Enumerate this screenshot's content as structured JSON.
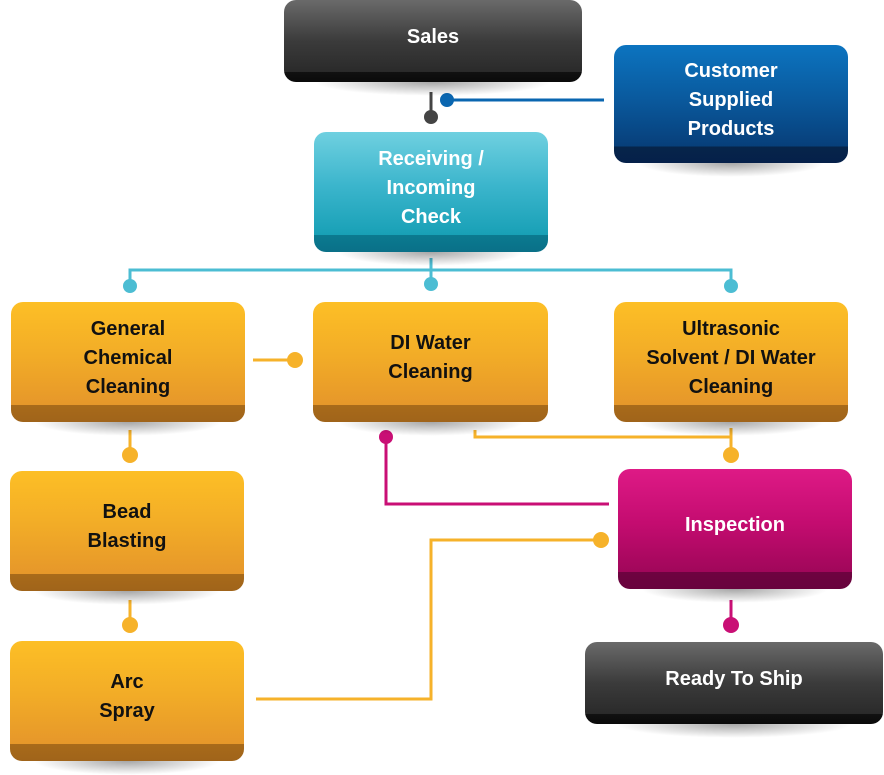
{
  "title": "Process Flow",
  "colors": {
    "dark": "#2e2e2e",
    "blue": "#0a5a9e",
    "teal": "#4cbdd3",
    "orange": "#f6b22a",
    "magenta": "#c90f75",
    "connector_dark": "#444444",
    "connector_blue": "#0a66b0",
    "connector_teal": "#4cbdd3",
    "connector_orange": "#f6b22a",
    "connector_magenta": "#c90f75"
  },
  "nodes": {
    "sales": "Sales",
    "customer_supplied": "Customer\nSupplied\nProducts",
    "receiving": "Receiving /\nIncoming\nCheck",
    "general_chemical": "General\nChemical\nCleaning",
    "di_water": "DI Water\nCleaning",
    "ultrasonic": "Ultrasonic\nSolvent / DI Water\nCleaning",
    "bead_blasting": "Bead\nBlasting",
    "arc_spray": "Arc\nSpray",
    "inspection": "Inspection",
    "ready_to_ship": "Ready To Ship"
  },
  "edges": [
    {
      "from": "sales",
      "to": "receiving",
      "color": "connector_dark"
    },
    {
      "from": "customer_supplied",
      "to": "receiving",
      "color": "connector_blue"
    },
    {
      "from": "receiving",
      "to": "general_chemical",
      "color": "connector_teal"
    },
    {
      "from": "receiving",
      "to": "di_water",
      "color": "connector_teal"
    },
    {
      "from": "receiving",
      "to": "ultrasonic",
      "color": "connector_teal"
    },
    {
      "from": "general_chemical",
      "to": "di_water",
      "color": "connector_orange"
    },
    {
      "from": "general_chemical",
      "to": "bead_blasting",
      "color": "connector_orange"
    },
    {
      "from": "bead_blasting",
      "to": "arc_spray",
      "color": "connector_orange"
    },
    {
      "from": "di_water",
      "to": "inspection",
      "color": "connector_orange"
    },
    {
      "from": "ultrasonic",
      "to": "inspection",
      "color": "connector_orange"
    },
    {
      "from": "inspection",
      "to": "di_water",
      "color": "connector_magenta"
    },
    {
      "from": "arc_spray",
      "to": "inspection",
      "color": "connector_orange"
    },
    {
      "from": "inspection",
      "to": "ready_to_ship",
      "color": "connector_magenta"
    }
  ]
}
